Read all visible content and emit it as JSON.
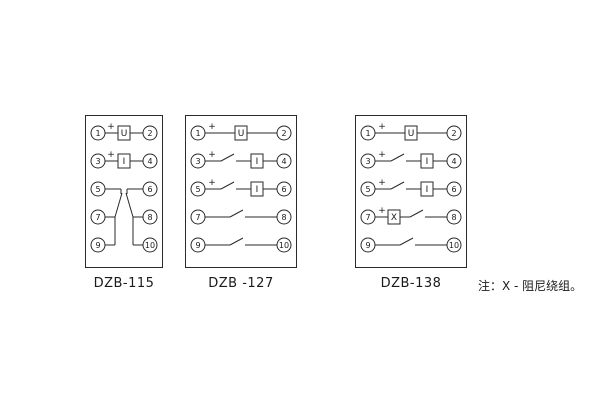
{
  "note": "注：X - 阻尼绕组。",
  "plus": "+",
  "panels": [
    {
      "name": "DZB-115",
      "terminals": [
        "1",
        "2",
        "3",
        "4",
        "5",
        "6",
        "7",
        "8",
        "9",
        "10"
      ],
      "components": [
        "U",
        "I"
      ]
    },
    {
      "name": "DZB -127",
      "terminals": [
        "1",
        "2",
        "3",
        "4",
        "5",
        "6",
        "7",
        "8",
        "9",
        "10"
      ],
      "components": [
        "U",
        "I",
        "I"
      ]
    },
    {
      "name": "DZB-138",
      "terminals": [
        "1",
        "2",
        "3",
        "4",
        "5",
        "6",
        "7",
        "8",
        "9",
        "10"
      ],
      "components": [
        "U",
        "I",
        "I",
        "X"
      ]
    }
  ]
}
